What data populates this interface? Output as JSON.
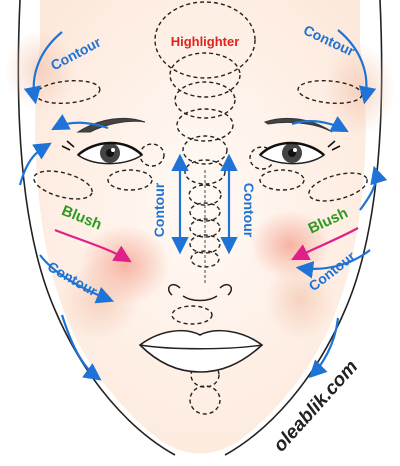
{
  "labels": {
    "highlighter": "Highlighter",
    "contour": "Contour",
    "blush": "Blush",
    "watermark": "oleablik.com"
  },
  "colors": {
    "contour_blue": "#1f73d6",
    "highlighter_red": "#e0241b",
    "blush_green": "#2d9a1f",
    "blush_arrow_pink": "#e0208a",
    "skin": "#fff3ea",
    "blush_pink": "#f7b9a9",
    "outline": "#222222"
  },
  "icons": {
    "arrow_style": "curved-arrow-icon",
    "zone_style": "dashed-ellipse-outline"
  }
}
